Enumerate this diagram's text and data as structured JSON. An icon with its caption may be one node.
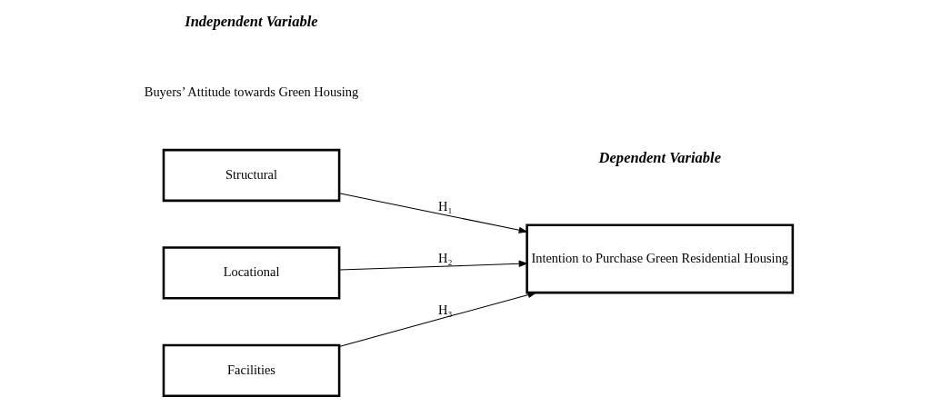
{
  "diagram": {
    "nodes": [
      {
        "text": [
          "Structural"
        ]
      },
      {
        "text": [
          "Locational"
        ]
      },
      {
        "text": [
          "Facilities"
        ]
      },
      {
        "text": [
          "Intention to Purchase Green Residential Housing"
        ]
      }
    ],
    "edges": [
      {
        "from": 0,
        "to": 3,
        "arrow": "to",
        "label": "H₁"
      },
      {
        "from": 1,
        "to": 3,
        "arrow": "to",
        "label": "H₂"
      },
      {
        "from": 2,
        "to": 3,
        "arrow": "to",
        "label": "H₃"
      }
    ],
    "labels": [
      "Independent Variable",
      "Dependent Variable",
      "Buyers’ Attitude towards Green Housing"
    ]
  }
}
